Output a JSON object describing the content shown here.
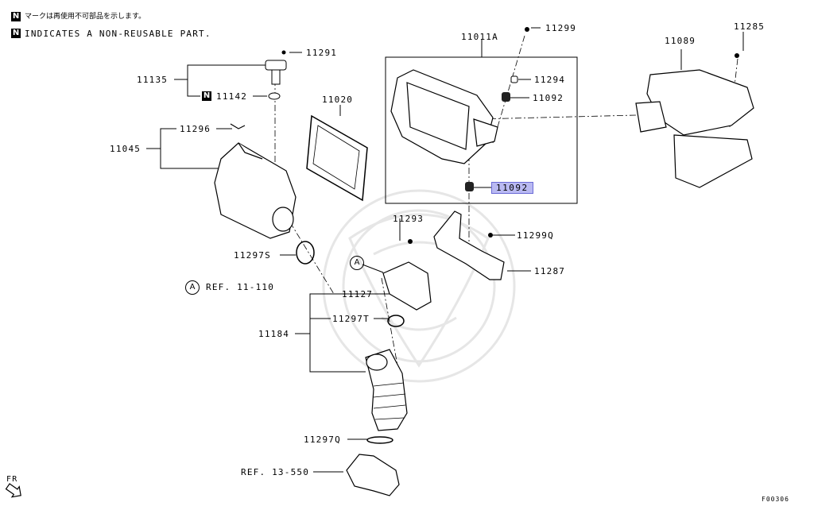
{
  "notes": {
    "jp_symbol": "N",
    "jp_text": "マークは再使用不可部品を示します。",
    "en_symbol": "N",
    "en_text": "INDICATES A NON-REUSABLE PART."
  },
  "labels": {
    "p11291": "11291",
    "p11135": "11135",
    "p11142_symbol": "N",
    "p11142": "11142",
    "p11020": "11020",
    "p11296": "11296",
    "p11045": "11045",
    "p11297S": "11297S",
    "ref_a_symbol": "A",
    "ref_a": "REF. 11-110",
    "p11011A": "11011A",
    "p11299": "11299",
    "p11294": "11294",
    "p11092_top": "11092",
    "p11092_highlight": "11092",
    "p11089": "11089",
    "p11285": "11285",
    "p11293": "11293",
    "p11299Q": "11299Q",
    "p11287": "11287",
    "p_a_symbol": "A",
    "p11127": "11127",
    "p11297T": "11297T",
    "p11184": "11184",
    "p11297Q": "11297Q",
    "ref_13_550": "REF. 13-550",
    "fr": "FR",
    "figure_code": "F00306"
  },
  "colors": {
    "highlight_fill": "#b9b9f2",
    "highlight_border": "#6b6bd6",
    "line": "#000000",
    "watermark": "#e6e6e6"
  }
}
